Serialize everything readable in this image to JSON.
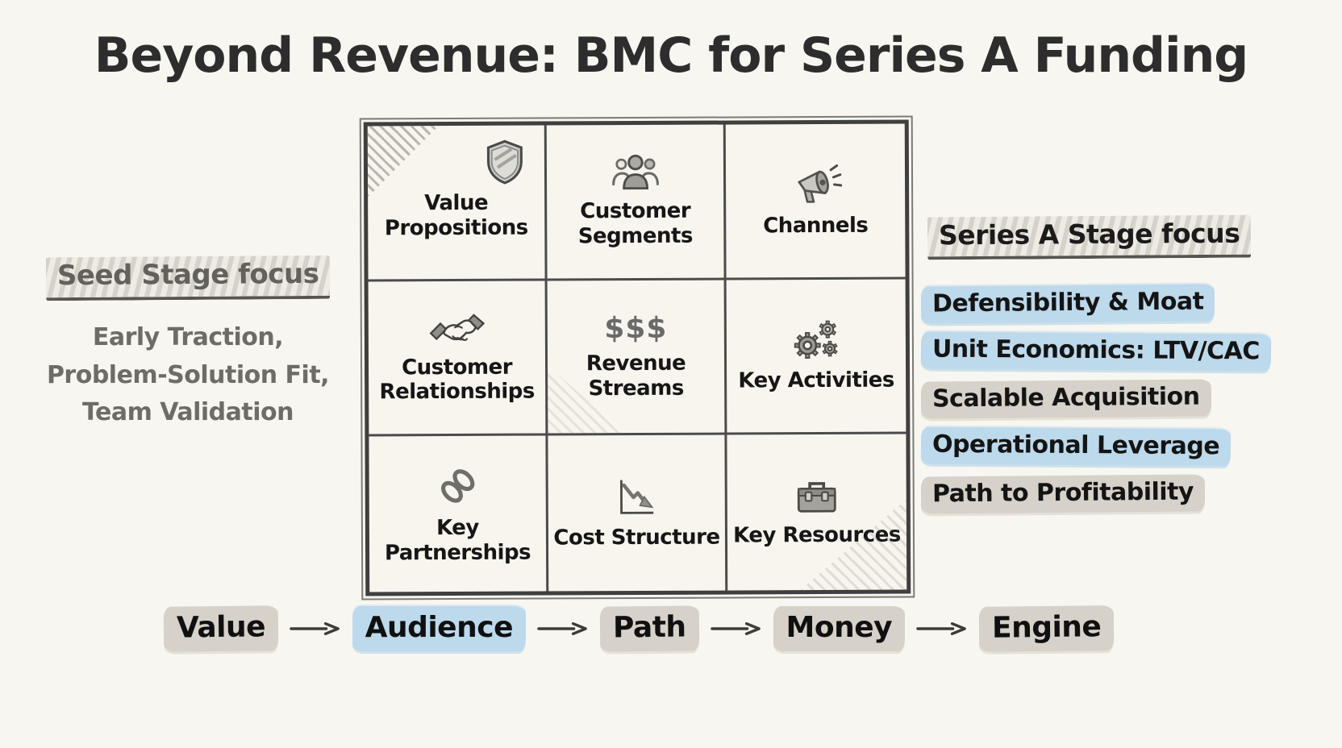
{
  "title": "Beyond Revenue: BMC for Series A Funding",
  "canvas": {
    "cells": [
      {
        "label": "Value Propositions",
        "icon": "shield-icon"
      },
      {
        "label": "Customer Segments",
        "icon": "people-group-icon"
      },
      {
        "label": "Channels",
        "icon": "megaphone-icon"
      },
      {
        "label": "Customer Relationships",
        "icon": "handshake-icon"
      },
      {
        "label": "Revenue Streams",
        "icon": "dollar-signs",
        "icon_text": "$$$"
      },
      {
        "label": "Key Activities",
        "icon": "gears-icon"
      },
      {
        "label": "Key Partnerships",
        "icon": "chain-link-icon"
      },
      {
        "label": "Cost Structure",
        "icon": "declining-chart-icon"
      },
      {
        "label": "Key Resources",
        "icon": "toolbox-icon"
      }
    ]
  },
  "seed_focus": {
    "heading": "Seed Stage focus",
    "lines": [
      "Early Traction,",
      "Problem-Solution Fit,",
      "Team Validation"
    ]
  },
  "series_a_focus": {
    "heading": "Series A Stage focus",
    "items": [
      {
        "label": "Defensibility & Moat",
        "highlight": "blue"
      },
      {
        "label": "Unit Economics: LTV/CAC",
        "highlight": "blue"
      },
      {
        "label": "Scalable Acquisition",
        "highlight": "gray"
      },
      {
        "label": "Operational Leverage",
        "highlight": "blue"
      },
      {
        "label": "Path to Profitability",
        "highlight": "gray"
      }
    ]
  },
  "flow": {
    "steps": [
      {
        "label": "Value",
        "highlight": "gray"
      },
      {
        "label": "Audience",
        "highlight": "blue"
      },
      {
        "label": "Path",
        "highlight": "gray"
      },
      {
        "label": "Money",
        "highlight": "gray"
      },
      {
        "label": "Engine",
        "highlight": "gray"
      }
    ]
  },
  "colors": {
    "background": "#f8f6f0",
    "ink": "#1f1f1f",
    "muted_text": "#6b6b6b",
    "highlight_blue": "#bdd9ec",
    "highlight_gray": "#c7c0b4",
    "sketch_line": "#3f3f3f"
  }
}
